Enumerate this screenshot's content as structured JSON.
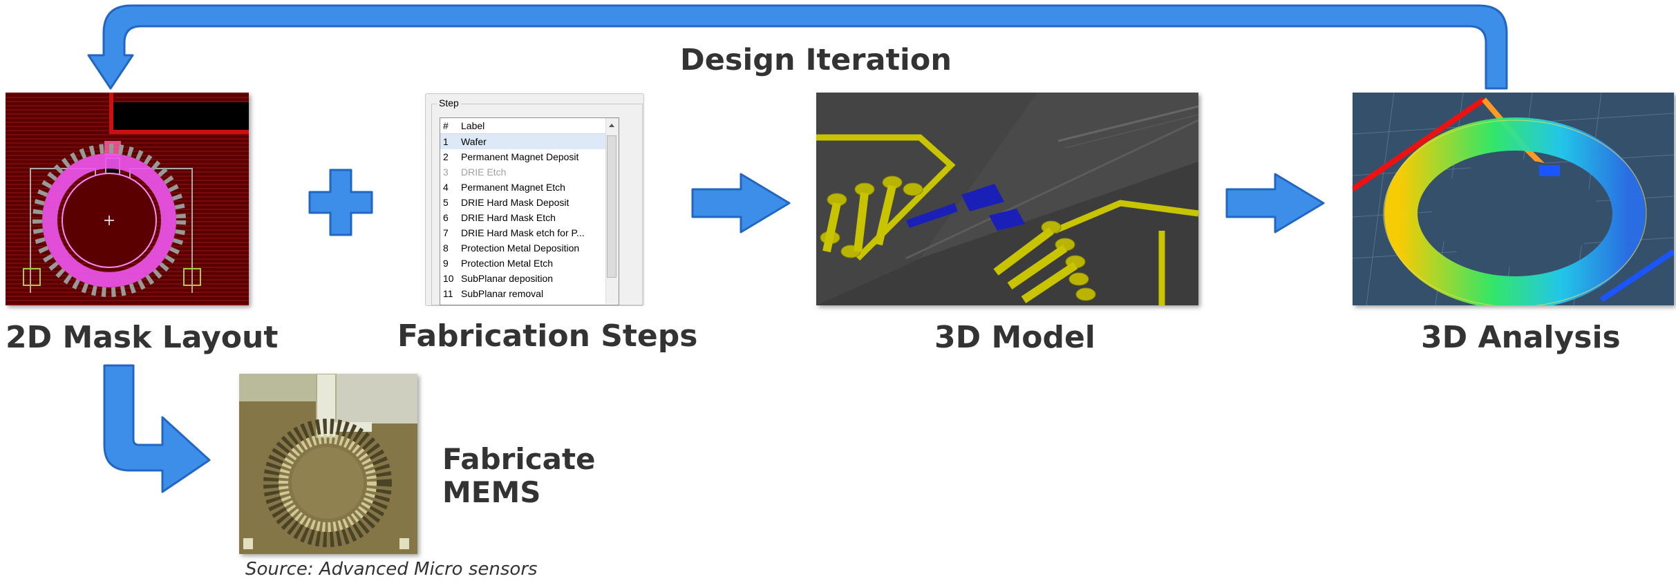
{
  "loop_label": "Design Iteration",
  "stages": {
    "mask_layout": "2D Mask Layout",
    "fabrication_steps": "Fabrication Steps",
    "model_3d": "3D Model",
    "analysis_3d": "3D Analysis",
    "fabricate_line1": "Fabricate",
    "fabricate_line2": "MEMS"
  },
  "steps_dialog": {
    "group_title": "Step",
    "col_num": "#",
    "col_label": "Label",
    "rows": [
      {
        "n": "1",
        "label": "Wafer",
        "state": "selected"
      },
      {
        "n": "2",
        "label": "Permanent Magnet Deposit",
        "state": "normal"
      },
      {
        "n": "3",
        "label": "DRIE Etch",
        "state": "disabled"
      },
      {
        "n": "4",
        "label": "Permanent Magnet Etch",
        "state": "normal"
      },
      {
        "n": "5",
        "label": "DRIE Hard Mask Deposit",
        "state": "normal"
      },
      {
        "n": "6",
        "label": "DRIE Hard Mask Etch",
        "state": "normal"
      },
      {
        "n": "7",
        "label": "DRIE Hard Mask etch for P...",
        "state": "normal"
      },
      {
        "n": "8",
        "label": "Protection Metal Deposition",
        "state": "normal"
      },
      {
        "n": "9",
        "label": "Protection Metal Etch",
        "state": "normal"
      },
      {
        "n": "10",
        "label": "SubPlanar deposition",
        "state": "normal"
      },
      {
        "n": "11",
        "label": "SubPlanar removal",
        "state": "normal"
      }
    ]
  },
  "source_credit": "Source:  Advanced Micro sensors",
  "colors": {
    "arrow_fill": "#3d8ee8",
    "arrow_stroke": "#2266c4",
    "label_text": "#333333",
    "trace_yellow": "#c8c400",
    "magnet_blue": "#1a1fb8"
  }
}
